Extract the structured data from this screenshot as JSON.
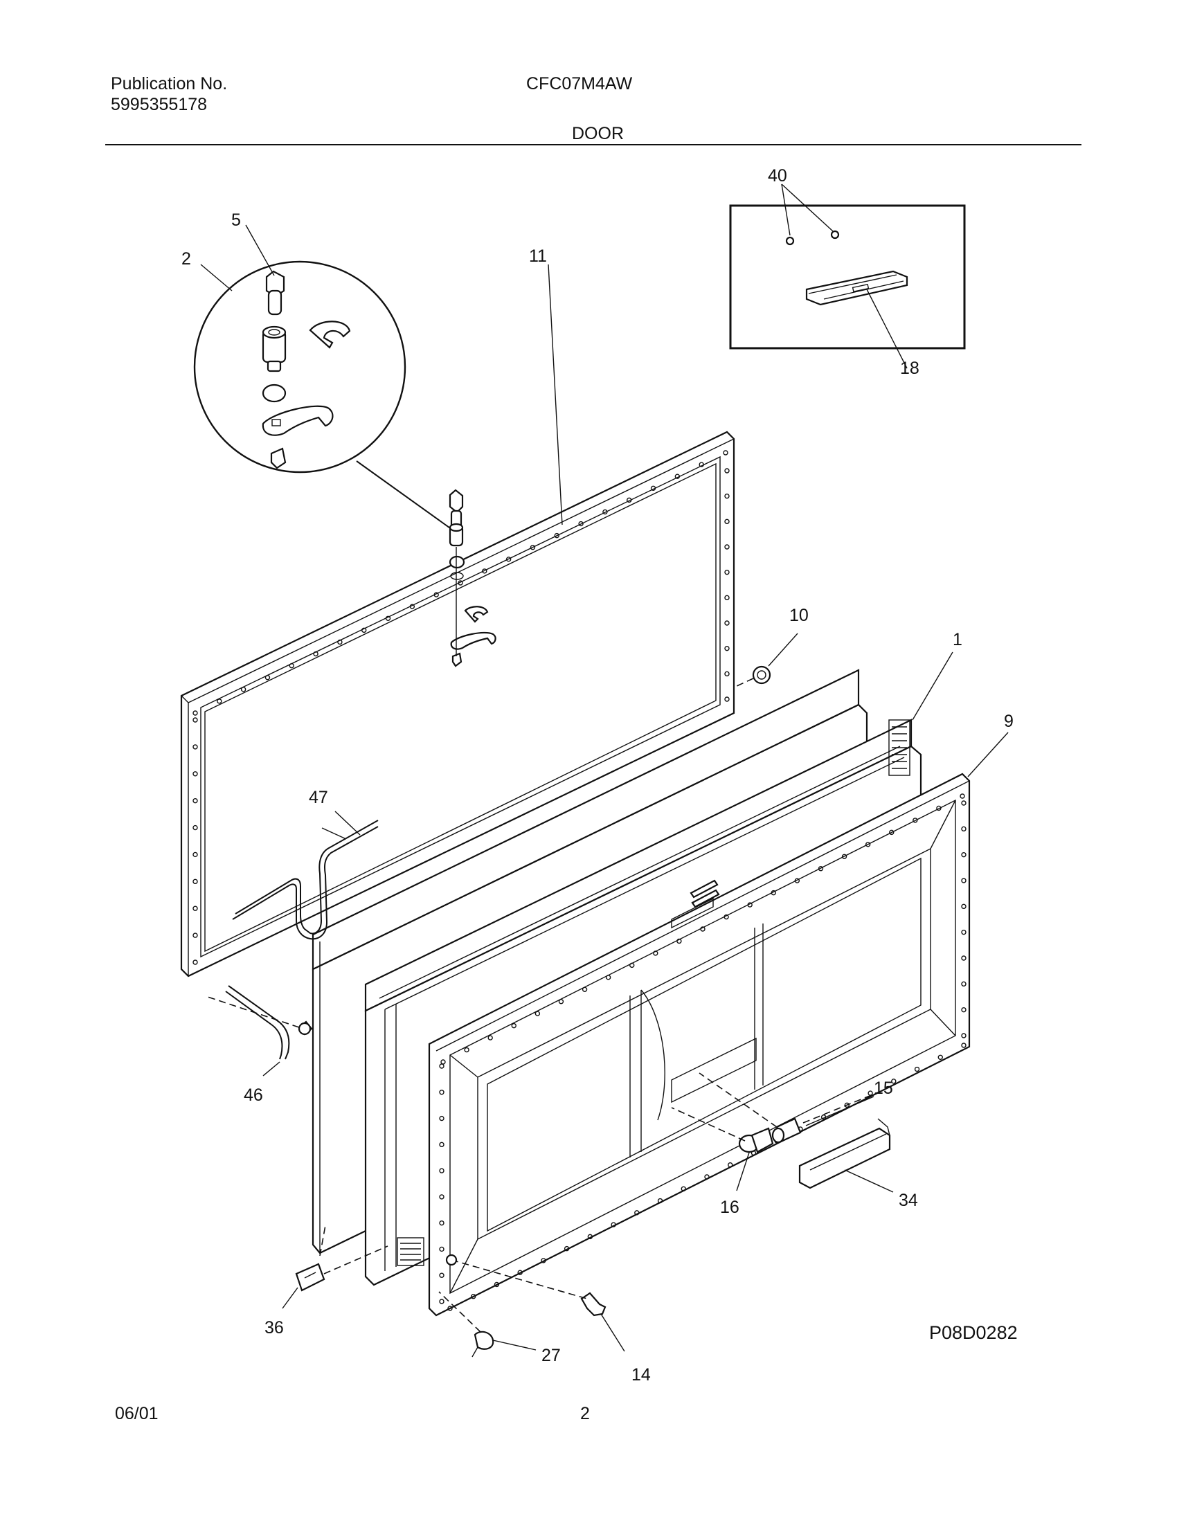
{
  "header": {
    "publication_label": "Publication No.",
    "publication_number": "5995355178",
    "model": "CFC07M4AW",
    "section": "DOOR"
  },
  "footer": {
    "date": "06/01",
    "page": "2"
  },
  "diagram": {
    "code": "P08D0282",
    "callouts": {
      "c1": "1",
      "c2": "2",
      "c5": "5",
      "c9": "9",
      "c10": "10",
      "c11": "11",
      "c14": "14",
      "c15": "15",
      "c16": "16",
      "c18": "18",
      "c27": "27",
      "c34": "34",
      "c36": "36",
      "c40": "40",
      "c46": "46",
      "c47": "47"
    }
  },
  "colors": {
    "ink": "#111111",
    "paper": "#ffffff"
  }
}
